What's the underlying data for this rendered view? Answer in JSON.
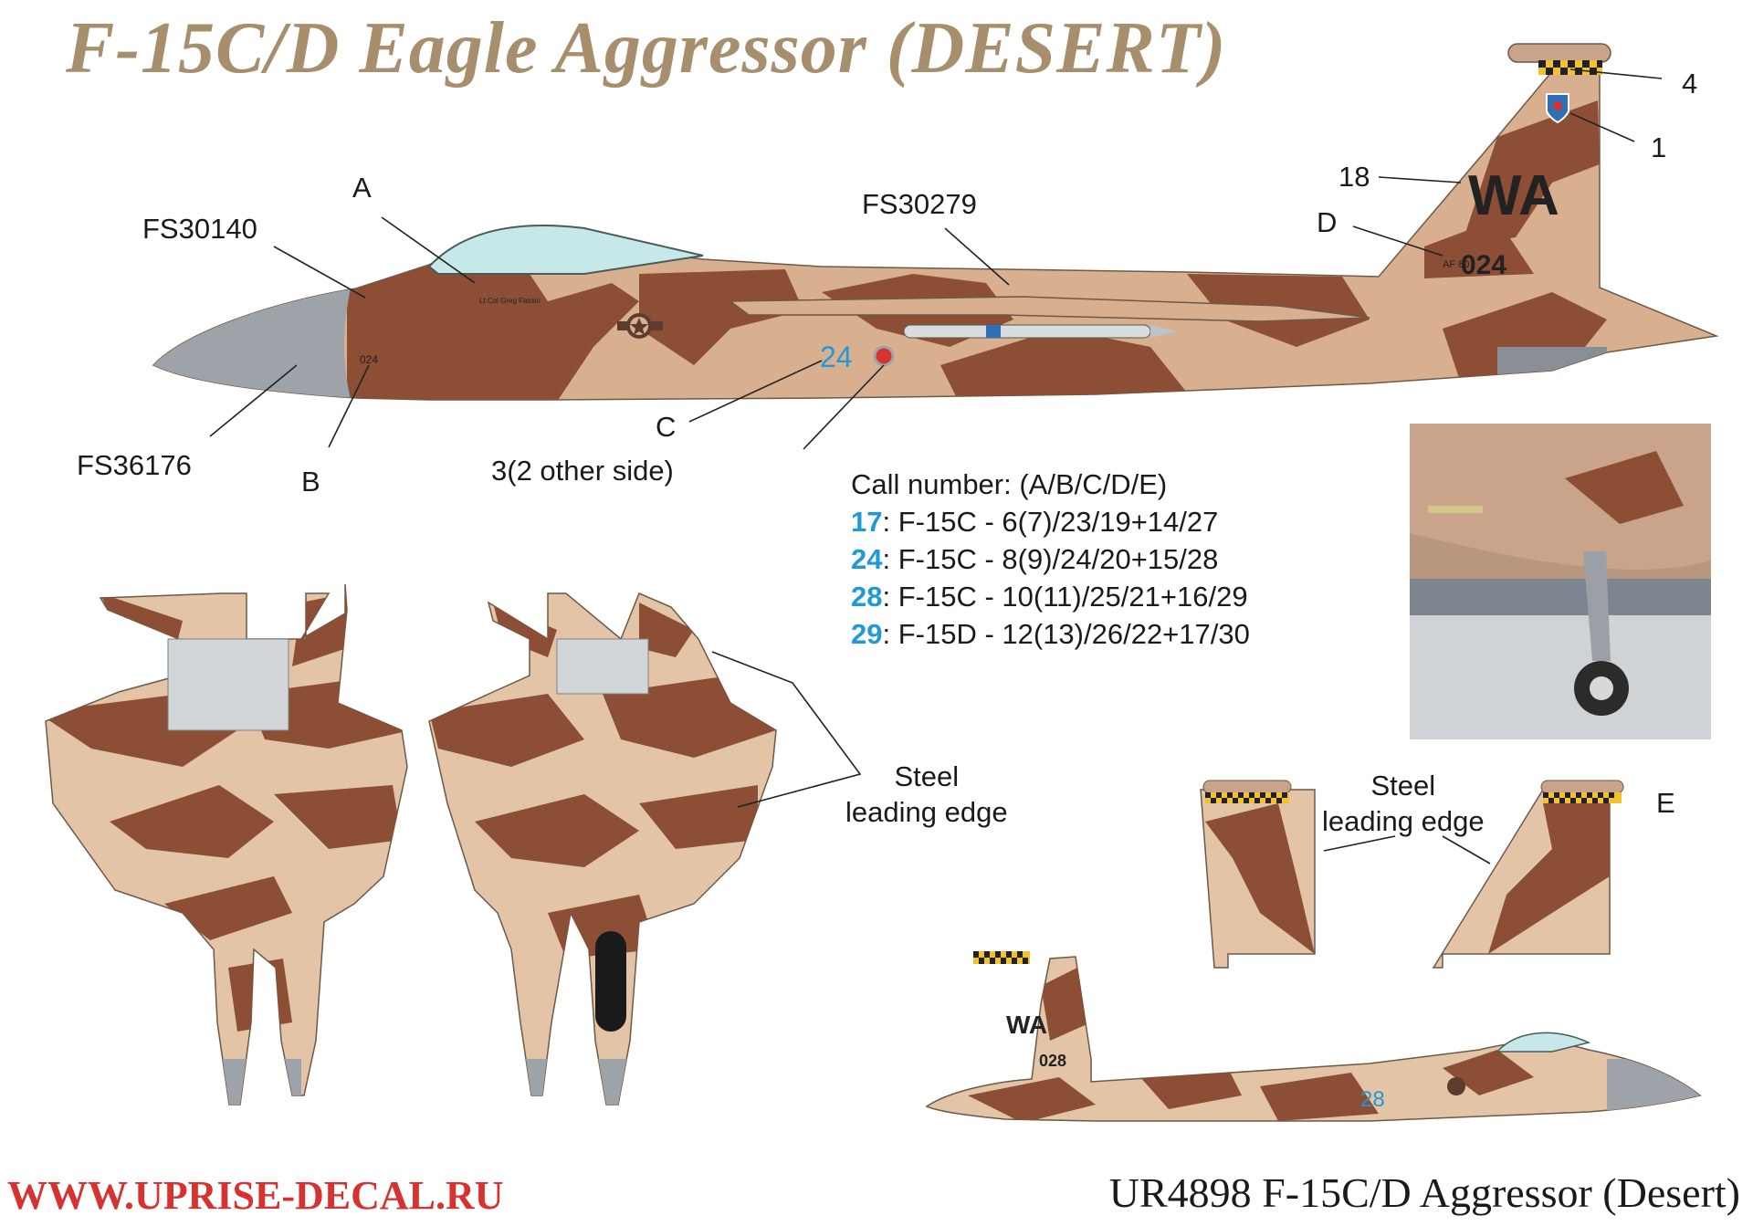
{
  "title": "F-15C/D Eagle Aggressor (DESERT)",
  "colors": {
    "title": "#a78f6e",
    "tan": "#d9b08f",
    "brown": "#8c4e34",
    "light_tan": "#e7c9ad",
    "radome": "#9ea3a9",
    "call_number": "#1f9ad6",
    "footer_red": "#d6322f",
    "steel": "#c8cacd"
  },
  "labels": {
    "fs30140": "FS30140",
    "fs36176": "FS36176",
    "fs30279": "FS30279",
    "a": "A",
    "b": "B",
    "c": "C",
    "d": "D",
    "e": "E",
    "n1": "1",
    "n4": "4",
    "n18": "18",
    "n3": "3(2 other side)",
    "steel1_line1": "Steel",
    "steel1_line2": "leading edge",
    "steel2_line1": "Steel",
    "steel2_line2": "leading edge"
  },
  "markings": {
    "tail_code": "WA",
    "serial_top": "024",
    "serial_prefix": "AF 80",
    "call_top": "24",
    "nose_number": "024",
    "tail_code_small": "WA",
    "serial_small": "028",
    "call_small": "28",
    "pilot_name": "Lt Col Greg Fassio"
  },
  "call_numbers": {
    "header": "Call number: (A/B/C/D/E)",
    "rows": [
      {
        "num": "17",
        "text": ": F-15C - 6(7)/23/19+14/27"
      },
      {
        "num": "24",
        "text": ": F-15C - 8(9)/24/20+15/28"
      },
      {
        "num": "28",
        "text": ": F-15C - 10(11)/25/21+16/29"
      },
      {
        "num": "29",
        "text": ": F-15D - 12(13)/26/22+17/30"
      }
    ]
  },
  "footer": {
    "website": "WWW.UPRISE-DECAL.RU",
    "product": "UR4898 F-15C/D Aggressor (Desert)"
  }
}
